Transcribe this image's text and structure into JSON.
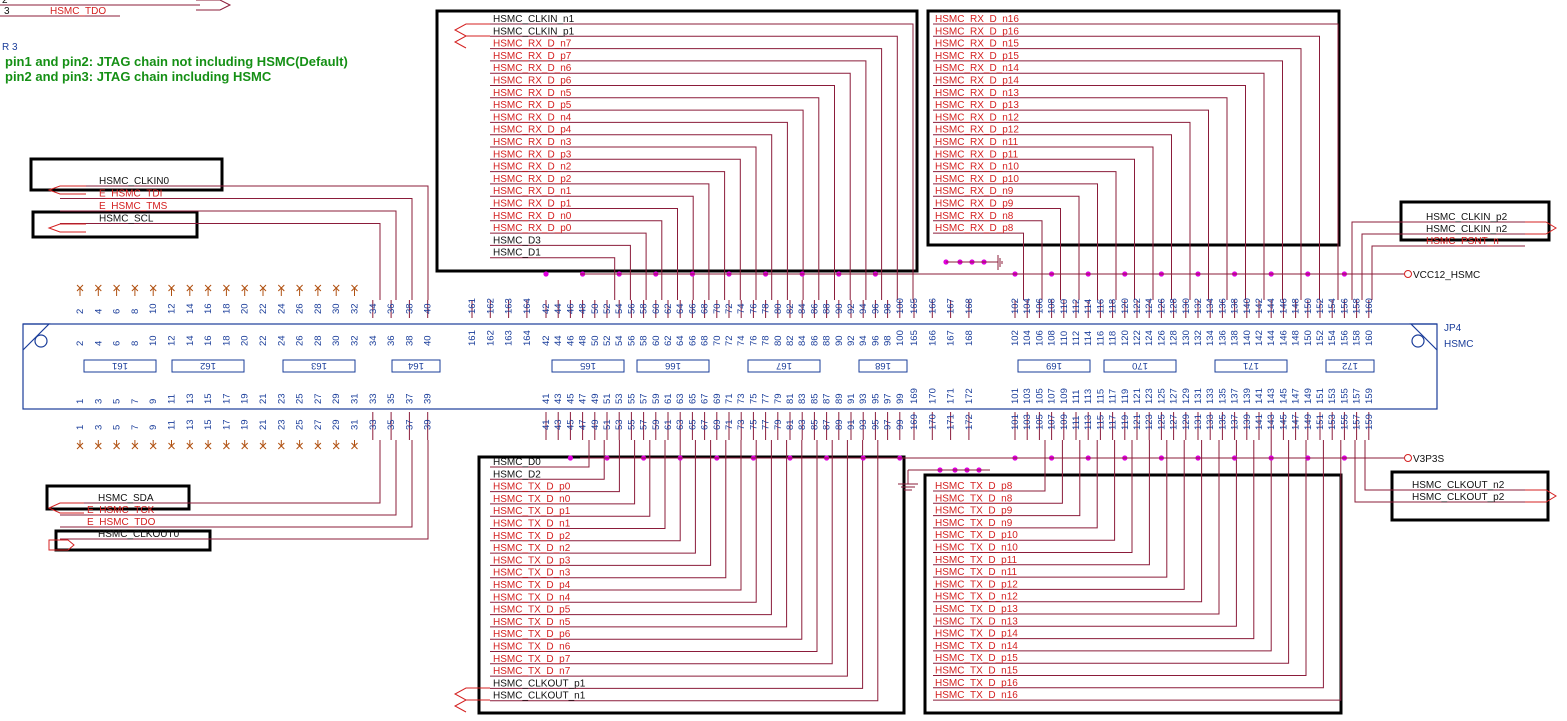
{
  "colors": {
    "signal": "#d42020",
    "wire": "#8b1c3a",
    "pin": "#1a3d9a",
    "note": "#159015",
    "box": "#000000",
    "junction": "#e000e0"
  },
  "corner": {
    "pin2": "2",
    "pin3": "3",
    "net": "HSMC_TDO",
    "ref": "R 3"
  },
  "notes": [
    "pin1 and pin2: JTAG chain not including HSMC(Default)",
    "pin2 and pin3: JTAG chain including HSMC"
  ],
  "connector": {
    "ref": "JP4",
    "name": "HSMC"
  },
  "power": {
    "top": "VCC12_HSMC",
    "bottom": "V3P3S"
  },
  "left_top_nets": [
    "HSMC_CLKIN0",
    "E_HSMC_TDI",
    "E_HSMC_TMS",
    "HSMC_SCL"
  ],
  "left_bottom_nets": [
    "HSMC_SDA",
    "E_HSMC_TCK",
    "E_HSMC_TDO",
    "HSMC_CLKOUT0"
  ],
  "top_mid_nets": [
    "HSMC_CLKIN_n1",
    "HSMC_CLKIN_p1",
    "HSMC_RX_D_n7",
    "HSMC_RX_D_p7",
    "HSMC_RX_D_n6",
    "HSMC_RX_D_p6",
    "HSMC_RX_D_n5",
    "HSMC_RX_D_p5",
    "HSMC_RX_D_n4",
    "HSMC_RX_D_p4",
    "HSMC_RX_D_n3",
    "HSMC_RX_D_p3",
    "HSMC_RX_D_n2",
    "HSMC_RX_D_p2",
    "HSMC_RX_D_n1",
    "HSMC_RX_D_p1",
    "HSMC_RX_D_n0",
    "HSMC_RX_D_p0",
    "HSMC_D3",
    "HSMC_D1"
  ],
  "top_right_nets": [
    "HSMC_RX_D_n16",
    "HSMC_RX_D_p16",
    "HSMC_RX_D_n15",
    "HSMC_RX_D_p15",
    "HSMC_RX_D_n14",
    "HSMC_RX_D_p14",
    "HSMC_RX_D_n13",
    "HSMC_RX_D_p13",
    "HSMC_RX_D_n12",
    "HSMC_RX_D_p12",
    "HSMC_RX_D_n11",
    "HSMC_RX_D_p11",
    "HSMC_RX_D_n10",
    "HSMC_RX_D_p10",
    "HSMC_RX_D_n9",
    "HSMC_RX_D_p9",
    "HSMC_RX_D_n8",
    "HSMC_RX_D_p8"
  ],
  "right_top_nets": [
    "HSMC_CLKIN_p2",
    "HSMC_CLKIN_n2",
    "HSMC_PSNT_n"
  ],
  "bottom_mid_nets": [
    "HSMC_D0",
    "HSMC_D2",
    "HSMC_TX_D_p0",
    "HSMC_TX_D_n0",
    "HSMC_TX_D_p1",
    "HSMC_TX_D_n1",
    "HSMC_TX_D_p2",
    "HSMC_TX_D_n2",
    "HSMC_TX_D_p3",
    "HSMC_TX_D_n3",
    "HSMC_TX_D_p4",
    "HSMC_TX_D_n4",
    "HSMC_TX_D_p5",
    "HSMC_TX_D_n5",
    "HSMC_TX_D_p6",
    "HSMC_TX_D_n6",
    "HSMC_TX_D_p7",
    "HSMC_TX_D_n7",
    "HSMC_CLKOUT_p1",
    "HSMC_CLKOUT_n1"
  ],
  "bottom_right_nets": [
    "HSMC_TX_D_p8",
    "HSMC_TX_D_n8",
    "HSMC_TX_D_p9",
    "HSMC_TX_D_n9",
    "HSMC_TX_D_p10",
    "HSMC_TX_D_n10",
    "HSMC_TX_D_p11",
    "HSMC_TX_D_n11",
    "HSMC_TX_D_p12",
    "HSMC_TX_D_n12",
    "HSMC_TX_D_p13",
    "HSMC_TX_D_n13",
    "HSMC_TX_D_p14",
    "HSMC_TX_D_n14",
    "HSMC_TX_D_p15",
    "HSMC_TX_D_n15",
    "HSMC_TX_D_p16",
    "HSMC_TX_D_n16"
  ],
  "right_bottom_nets": [
    "HSMC_CLKOUT_n2",
    "HSMC_CLKOUT_p2"
  ],
  "even_pins": [
    "2",
    "4",
    "6",
    "8",
    "10",
    "12",
    "14",
    "16",
    "18",
    "20",
    "22",
    "24",
    "26",
    "28",
    "30",
    "32",
    "34",
    "36",
    "38",
    "40",
    "161",
    "162",
    "163",
    "164",
    "42",
    "44",
    "46",
    "48",
    "50",
    "52",
    "54",
    "56",
    "58",
    "60",
    "62",
    "64",
    "66",
    "68",
    "70",
    "72",
    "74",
    "76",
    "78",
    "80",
    "82",
    "84",
    "86",
    "88",
    "90",
    "92",
    "94",
    "96",
    "98",
    "100",
    "165",
    "166",
    "167",
    "168",
    "102",
    "104",
    "106",
    "108",
    "110",
    "112",
    "114",
    "116",
    "118",
    "120",
    "122",
    "124",
    "126",
    "128",
    "130",
    "132",
    "134",
    "136",
    "138",
    "140",
    "142",
    "144",
    "146",
    "148",
    "150",
    "152",
    "154",
    "156",
    "158",
    "160"
  ],
  "odd_pins": [
    "1",
    "3",
    "5",
    "7",
    "9",
    "11",
    "13",
    "15",
    "17",
    "19",
    "21",
    "23",
    "25",
    "27",
    "29",
    "31",
    "33",
    "35",
    "37",
    "39",
    "41",
    "43",
    "45",
    "47",
    "49",
    "51",
    "53",
    "55",
    "57",
    "59",
    "61",
    "63",
    "65",
    "67",
    "69",
    "71",
    "73",
    "75",
    "77",
    "79",
    "81",
    "83",
    "85",
    "87",
    "89",
    "91",
    "93",
    "95",
    "97",
    "99",
    "169",
    "170",
    "171",
    "172",
    "101",
    "103",
    "105",
    "107",
    "109",
    "111",
    "113",
    "115",
    "117",
    "119",
    "121",
    "123",
    "125",
    "127",
    "129",
    "131",
    "133",
    "135",
    "137",
    "139",
    "141",
    "143",
    "145",
    "147",
    "149",
    "151",
    "153",
    "155",
    "157",
    "159"
  ],
  "banks": [
    "161",
    "162",
    "163",
    "164",
    "165",
    "166",
    "167",
    "168",
    "169",
    "170",
    "171",
    "172"
  ]
}
